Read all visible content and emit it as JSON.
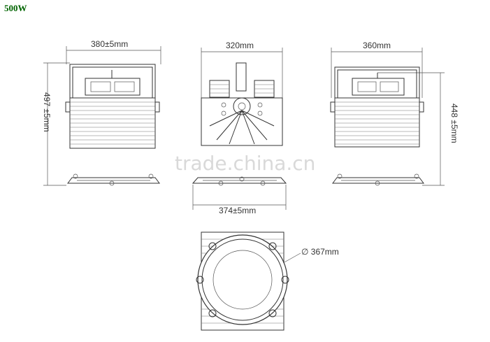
{
  "header": {
    "title": "500W",
    "title_color": "#006400"
  },
  "dimensions": {
    "front_width": "380±5mm",
    "front_height": "497 ±5mm",
    "side_width": "320mm",
    "side_bottom_width": "374±5mm",
    "rear_width": "360mm",
    "rear_height": "448 ±5mm",
    "bottom_diameter": "∅ 367mm"
  },
  "watermark": "trade.china.cn",
  "colors": {
    "line": "#333333",
    "watermark": "#d9d9d9"
  }
}
